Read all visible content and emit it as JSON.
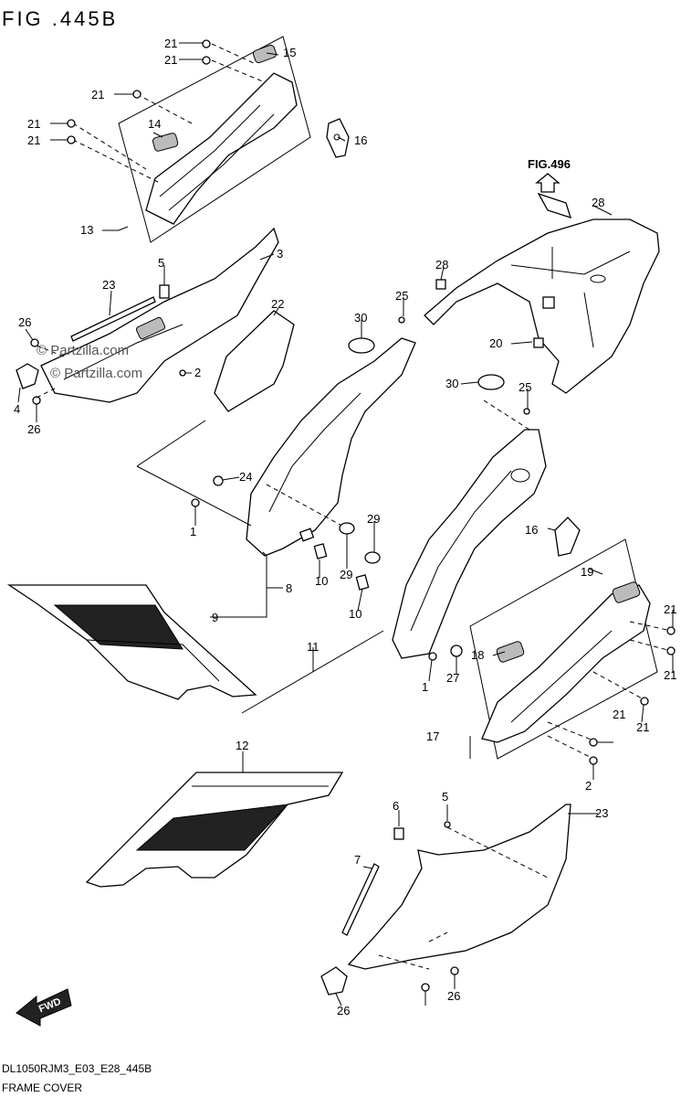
{
  "figure_title": "FIG .445B",
  "footer": {
    "model_code": "DL1050RJM3_E03_E28_445B",
    "section_name": "FRAME COVER"
  },
  "watermark": "© Partzilla.com",
  "fig_reference": "FIG.496",
  "fwd_label": "FWD",
  "callouts": [
    "21",
    "21",
    "15",
    "21",
    "21",
    "21",
    "14",
    "16",
    "13",
    "3",
    "23",
    "5",
    "26",
    "22",
    "2",
    "4",
    "26",
    "30",
    "25",
    "28",
    "20",
    "28",
    "30",
    "25",
    "24",
    "1",
    "29",
    "10",
    "29",
    "8",
    "9",
    "10",
    "16",
    "19",
    "21",
    "11",
    "1",
    "27",
    "18",
    "21",
    "12",
    "17",
    "21",
    "21",
    "2",
    "5",
    "6",
    "23",
    "7",
    "26",
    "26"
  ]
}
